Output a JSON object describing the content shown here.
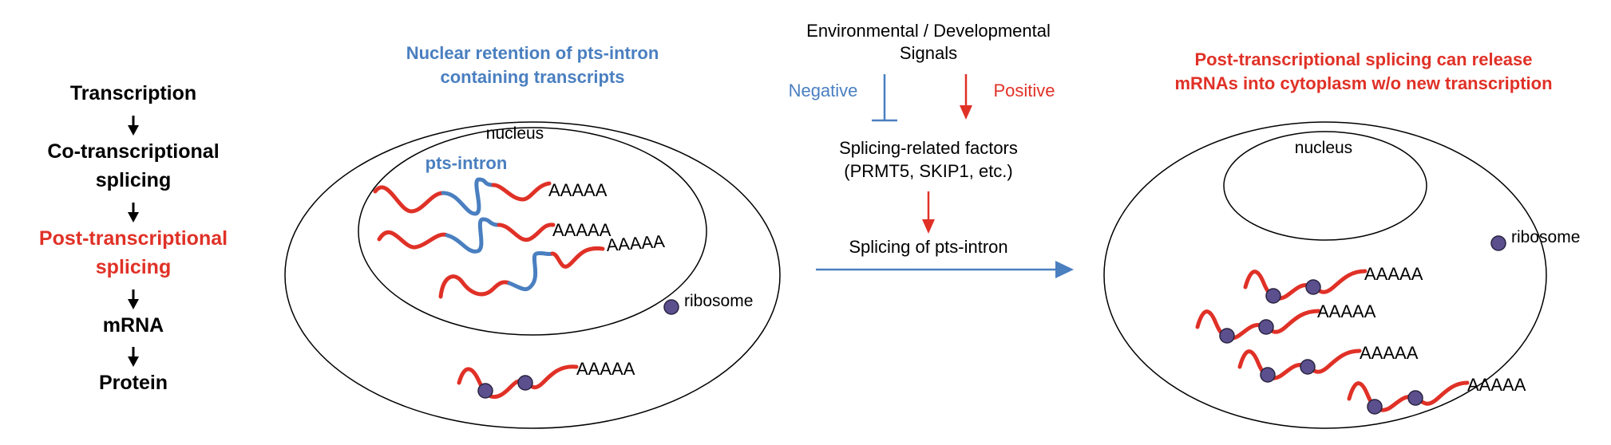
{
  "pathway": {
    "steps": [
      "Transcription",
      "Co-transcriptional",
      "splicing",
      "Post-transcriptional",
      "splicing",
      "mRNA",
      "Protein"
    ]
  },
  "left_cell": {
    "title_line1": "Nuclear retention of pts-intron",
    "title_line2": "containing transcripts",
    "nucleus_label": "nucleus",
    "intron_label": "pts-intron",
    "polya": "AAAAA",
    "ribosome_label": "ribosome"
  },
  "middle": {
    "signals_line1": "Environmental / Developmental",
    "signals_line2": "Signals",
    "negative_label": "Negative",
    "positive_label": "Positive",
    "factors_line1": "Splicing-related factors",
    "factors_line2": "(PRMT5, SKIP1, etc.)",
    "splicing_label": "Splicing of pts-intron"
  },
  "right_cell": {
    "title_line1": "Post-transcriptional splicing can release",
    "title_line2": "mRNAs into cytoplasm w/o new transcription",
    "nucleus_label": "nucleus",
    "ribosome_label": "ribosome",
    "polya": "AAAAA"
  },
  "colors": {
    "red": "#e03127",
    "blue": "#4a7fc0",
    "ribosome": "#5b4f8e",
    "black": "#000000"
  }
}
